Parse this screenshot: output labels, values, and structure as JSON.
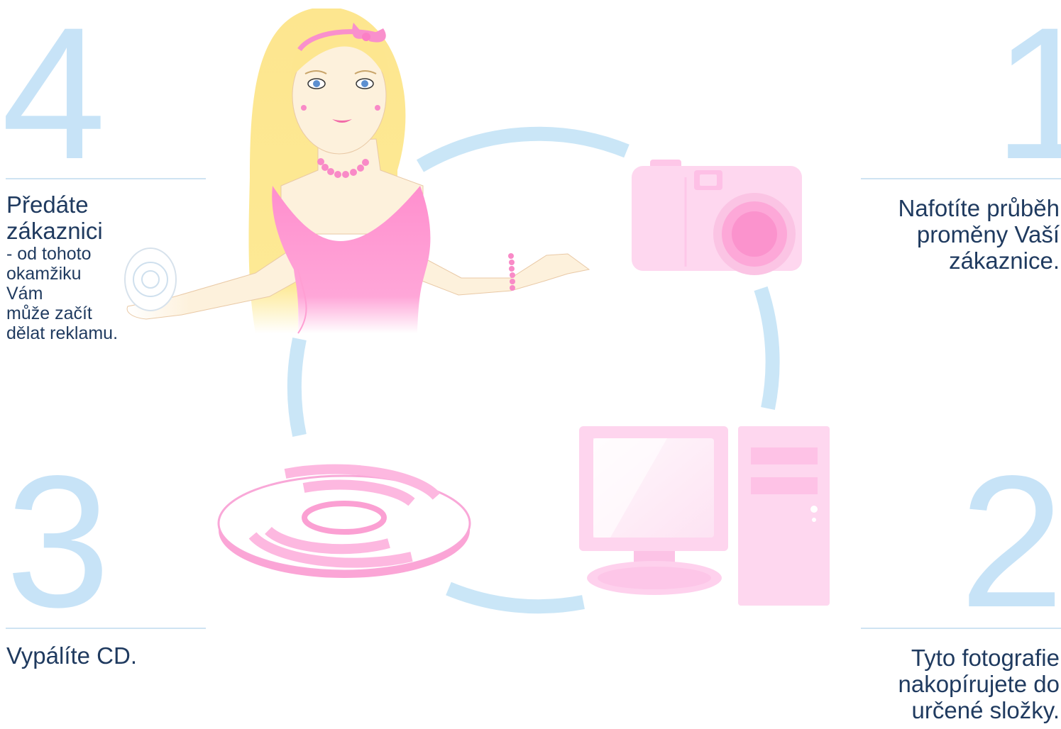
{
  "colors": {
    "numeral": "#c7e3f7",
    "ring": "#cae6f7",
    "text": "#1f3a5f",
    "pink": "#fda7d6",
    "pink_light": "#fdd0ec"
  },
  "steps": [
    {
      "number": "1",
      "lines": [
        "Nafotíte průběh",
        "proměny Vaší",
        "zákaznice."
      ]
    },
    {
      "number": "2",
      "lines": [
        "Tyto fotografie",
        "nakopírujete do",
        "určené složky."
      ]
    },
    {
      "number": "3",
      "lines": [
        "Vypálíte CD."
      ]
    },
    {
      "number": "4",
      "lines": [
        "Předáte",
        "zákaznici"
      ],
      "detail_lines": [
        "- od tohoto",
        "okamžiku",
        "Vám",
        "může začít",
        "dělat reklamu."
      ]
    }
  ],
  "icons": [
    "camera-icon",
    "computer-icon",
    "cd-disc-icon",
    "woman-illustration"
  ]
}
